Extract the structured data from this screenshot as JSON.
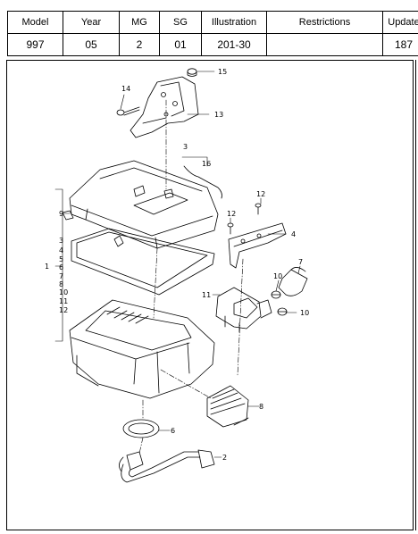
{
  "header": {
    "columns": [
      "Model",
      "Year",
      "MG",
      "SG",
      "Illustration",
      "Restrictions",
      "Update"
    ],
    "values": [
      "997",
      "05",
      "2",
      "01",
      "201-30",
      "",
      "187"
    ]
  },
  "diagram": {
    "callouts": [
      "15",
      "14",
      "13",
      "3",
      "16",
      "9",
      "12",
      "12",
      "4",
      "1",
      "3",
      "4",
      "5",
      "6",
      "7",
      "8",
      "10",
      "11",
      "12",
      "7",
      "10",
      "11",
      "10",
      "8",
      "6",
      "2"
    ]
  }
}
